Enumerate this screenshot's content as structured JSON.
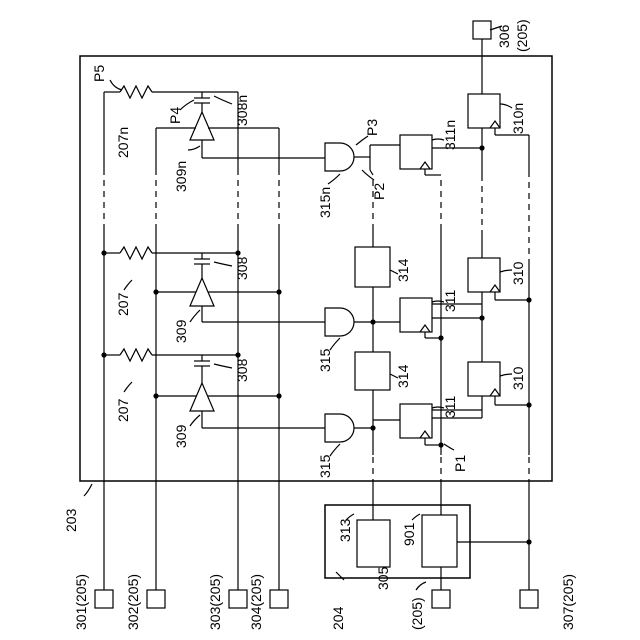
{
  "labels": {
    "l306": "306",
    "l306_205": "(205)",
    "p5": "P5",
    "l207n": "207n",
    "p4": "P4",
    "l308n": "308n",
    "l309n": "309n",
    "l315n": "315n",
    "p3": "P3",
    "p2": "P2",
    "l311n": "311n",
    "l310n": "310n",
    "l207a": "207",
    "l308a": "308",
    "l309a": "309",
    "l315a": "315",
    "l314a": "314",
    "l311a": "311",
    "l310a": "310",
    "l207b": "207",
    "l308b": "308",
    "l309b": "309",
    "l315b": "315",
    "l314b": "314",
    "l311b": "311",
    "l310b": "310",
    "p1": "P1",
    "l203": "203",
    "l313": "313",
    "l901": "901",
    "l204": "204",
    "l301": "301(205)",
    "l302": "302(205)",
    "l303": "303(205)",
    "l304": "304(205)",
    "l305": "305",
    "l305_205": "(205)",
    "l307": "307(205)"
  }
}
